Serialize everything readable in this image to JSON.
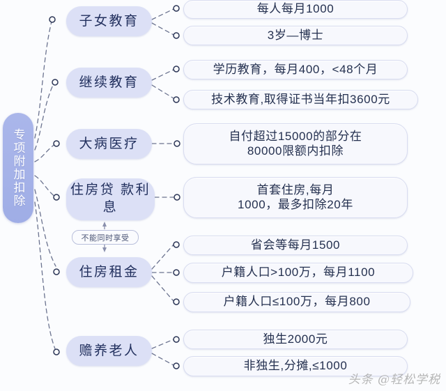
{
  "background_color": "#fbfcfe",
  "accent_colors": {
    "root_fill": "#a5b2e8",
    "root_text": "#ffffff",
    "branch_fill": "#dce0f6",
    "branch_text": "#22305e",
    "leaf_fill": "#f7f8fd",
    "leaf_border": "#d8dcf0",
    "leaf_text": "#24304f",
    "connector": "#5c6480"
  },
  "root": {
    "label": "专项附加扣除"
  },
  "note": {
    "label": "不能同时享受"
  },
  "watermark": {
    "text": "头条 @轻松学税"
  },
  "branches": [
    {
      "id": "children-education",
      "label": "子女教育",
      "leaves": [
        {
          "text": "每人每月1000"
        },
        {
          "text": "3岁—博士"
        }
      ]
    },
    {
      "id": "continuing-education",
      "label": "继续教育",
      "leaves": [
        {
          "text": "学历教育，每月400，<48个月"
        },
        {
          "text": "技术教育,取得证书当年扣3600元"
        }
      ]
    },
    {
      "id": "serious-illness-medical",
      "label": "大病医疗",
      "leaves": [
        {
          "text": "自付超过15000的部分在\n80000限额内扣除"
        }
      ]
    },
    {
      "id": "housing-loan-interest",
      "label": "住房贷\n款利息",
      "leaves": [
        {
          "text": "首套住房,每月\n1000，最多扣除20年"
        }
      ]
    },
    {
      "id": "housing-rent",
      "label": "住房租金",
      "leaves": [
        {
          "text": "省会等每月1500"
        },
        {
          "text": "户籍人口>100万，每月1100"
        },
        {
          "text": "户籍人口≤100万，每月800"
        }
      ]
    },
    {
      "id": "elderly-support",
      "label": "赡养老人",
      "leaves": [
        {
          "text": "独生2000元"
        },
        {
          "text": "非独生,分摊,≤1000"
        }
      ]
    }
  ]
}
